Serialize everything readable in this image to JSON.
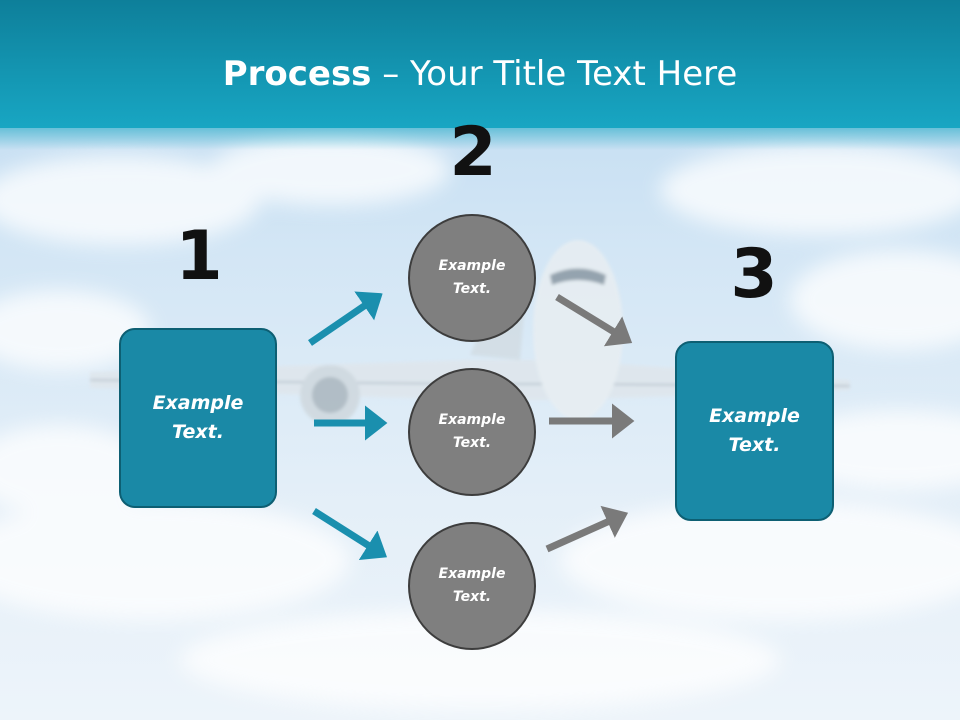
{
  "slide": {
    "title_bold": "Process",
    "title_rest": " – Your Title Text Here"
  },
  "steps": [
    {
      "number": "1",
      "box_text": "Example\nText."
    },
    {
      "number": "2",
      "circles": [
        "Example\nText.",
        "Example\nText.",
        "Example\nText."
      ]
    },
    {
      "number": "3",
      "box_text": "Example\nText."
    }
  ],
  "colors": {
    "title_bar": "#1497b3",
    "box_fill": "#1a89a6",
    "circle_fill": "#7f7f7f",
    "arrow_teal": "#1a8fae",
    "arrow_gray": "#7a7a7a"
  }
}
